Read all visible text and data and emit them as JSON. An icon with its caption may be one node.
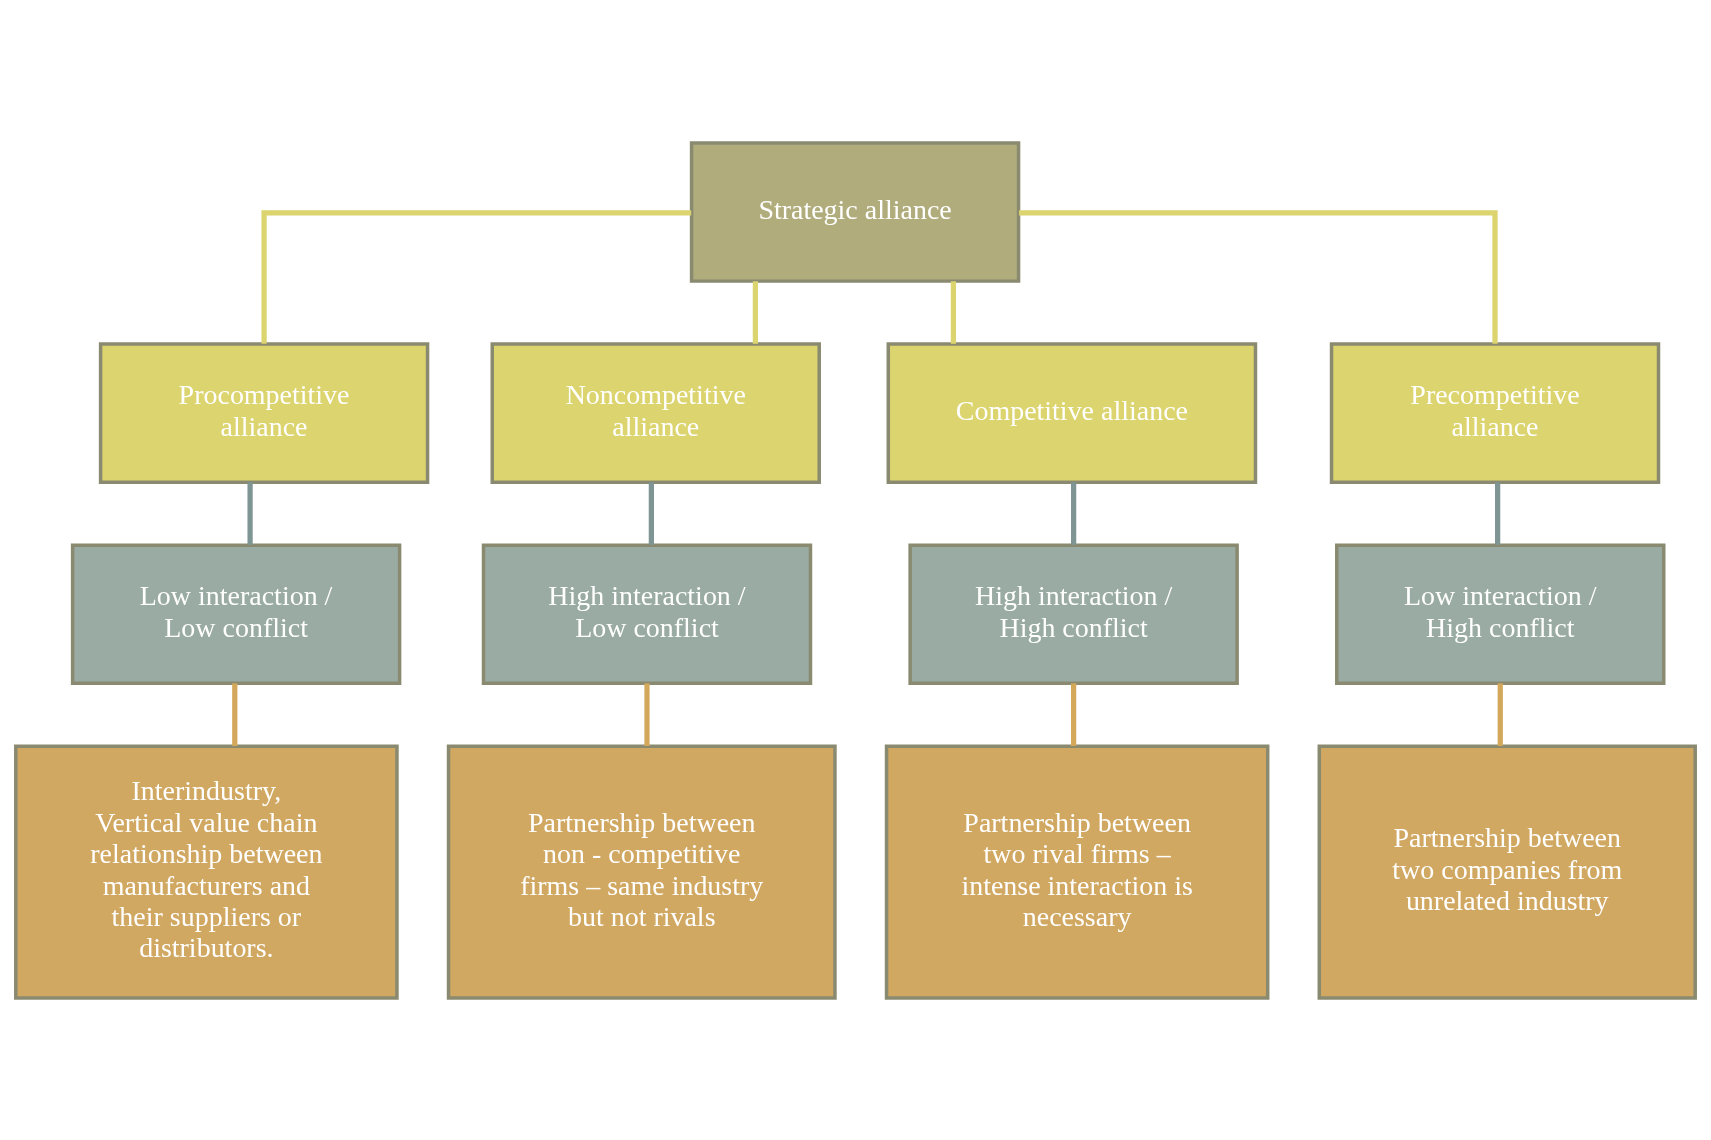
{
  "diagram": {
    "nodes": [
      {
        "text": [
          "Strategic alliance"
        ]
      },
      {
        "text": [
          "Procompetitive alliance"
        ]
      },
      {
        "text": [
          "Noncompetitive alliance"
        ]
      },
      {
        "text": [
          "Competitive alliance"
        ]
      },
      {
        "text": [
          "Precompetitive alliance"
        ]
      },
      {
        "text": [
          "Low interaction / Low conflict"
        ]
      },
      {
        "text": [
          "High interaction / Low conflict"
        ]
      },
      {
        "text": [
          "High interaction / High conflict"
        ]
      },
      {
        "text": [
          "Low interaction / High conflict"
        ]
      },
      {
        "text": [
          "Interindustry, Vertical value chain relationship between manufacturers and their suppliers or distributors."
        ]
      },
      {
        "text": [
          "Partnership between non - competitive firms – same industry but not rivals"
        ]
      },
      {
        "text": [
          "Partnership between two rival firms – intense interaction is necessary"
        ]
      },
      {
        "text": [
          "Partnership between two companies from unrelated industry"
        ]
      }
    ],
    "edges": [
      {
        "from": 0,
        "to": 1,
        "arrow": "none",
        "color": "#dcd46e"
      },
      {
        "from": 0,
        "to": 2,
        "arrow": "none",
        "color": "#dcd46e"
      },
      {
        "from": 0,
        "to": 3,
        "arrow": "none",
        "color": "#dcd46e"
      },
      {
        "from": 0,
        "to": 4,
        "arrow": "none",
        "color": "#dcd46e"
      },
      {
        "from": 1,
        "to": 5,
        "arrow": "none",
        "color": "#7f9593"
      },
      {
        "from": 2,
        "to": 6,
        "arrow": "none",
        "color": "#7f9593"
      },
      {
        "from": 3,
        "to": 7,
        "arrow": "none",
        "color": "#7f9593"
      },
      {
        "from": 4,
        "to": 8,
        "arrow": "none",
        "color": "#7f9593"
      },
      {
        "from": 5,
        "to": 9,
        "arrow": "none",
        "color": "#d4a85a"
      },
      {
        "from": 6,
        "to": 10,
        "arrow": "none",
        "color": "#d4a85a"
      },
      {
        "from": 7,
        "to": 11,
        "arrow": "none",
        "color": "#d4a85a"
      },
      {
        "from": 8,
        "to": 12,
        "arrow": "none",
        "color": "#d4a85a"
      }
    ]
  }
}
